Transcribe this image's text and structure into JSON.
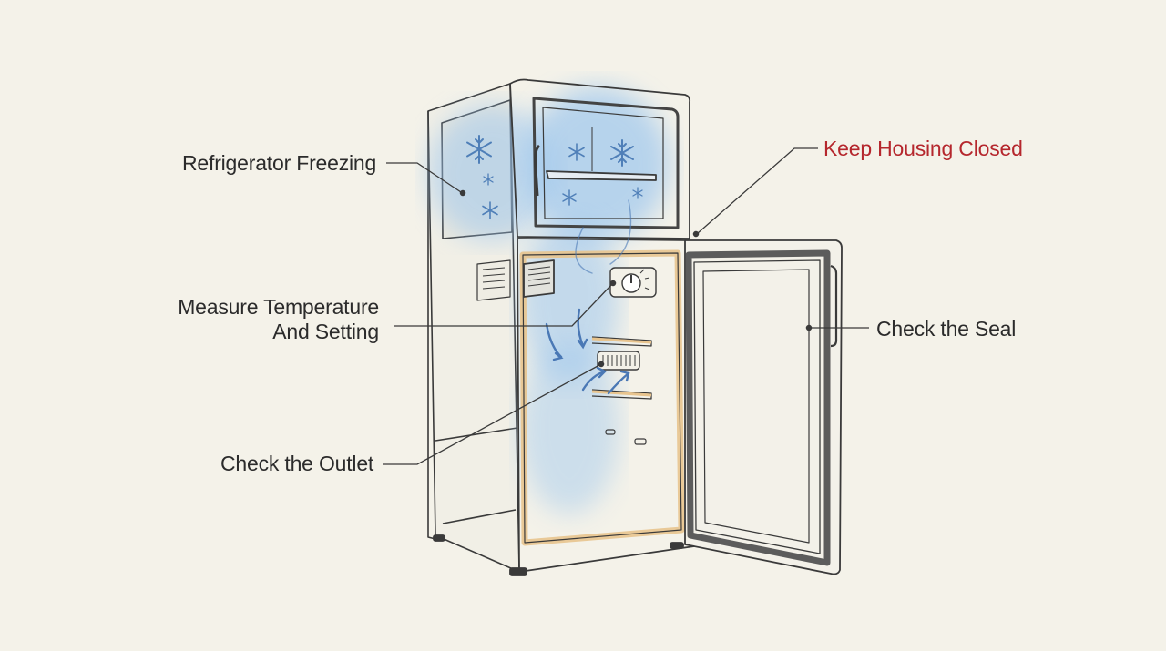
{
  "labels": {
    "refrigerator_freezing": "Refrigerator Freezing",
    "measure_line1": "Measure Temperature",
    "measure_line2": "And Setting",
    "check_outlet": "Check the Outlet",
    "keep_housing_closed": "Keep Housing Closed",
    "check_seal": "Check the Seal"
  },
  "colors": {
    "background": "#f4f2e9",
    "line": "#3a3a3a",
    "accent_label": "#b5272d",
    "cold_air": "#9cc6ee",
    "snowflake": "#4f7fb8",
    "interior_trim": "#e8c48e"
  },
  "icons": [
    "snowflake-icon",
    "thermostat-dial-icon",
    "outlet-vent-icon",
    "airflow-arrow-icon"
  ]
}
